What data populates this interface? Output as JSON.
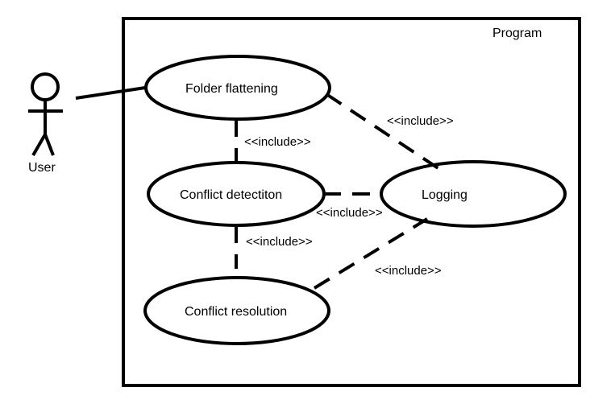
{
  "system": {
    "name": "Program"
  },
  "actor": {
    "name": "User"
  },
  "use_cases": {
    "folder_flattening": "Folder flattening",
    "conflict_detection": "Conflict detectiton",
    "conflict_resolution": "Conflict resolution",
    "logging": "Logging"
  },
  "relations": {
    "folder_to_conflict_detection": "<<include>>",
    "folder_to_logging": "<<include>>",
    "conflict_detection_to_logging": "<<include>>",
    "conflict_detection_to_resolution": "<<include>>",
    "resolution_to_logging": "<<include>>"
  }
}
